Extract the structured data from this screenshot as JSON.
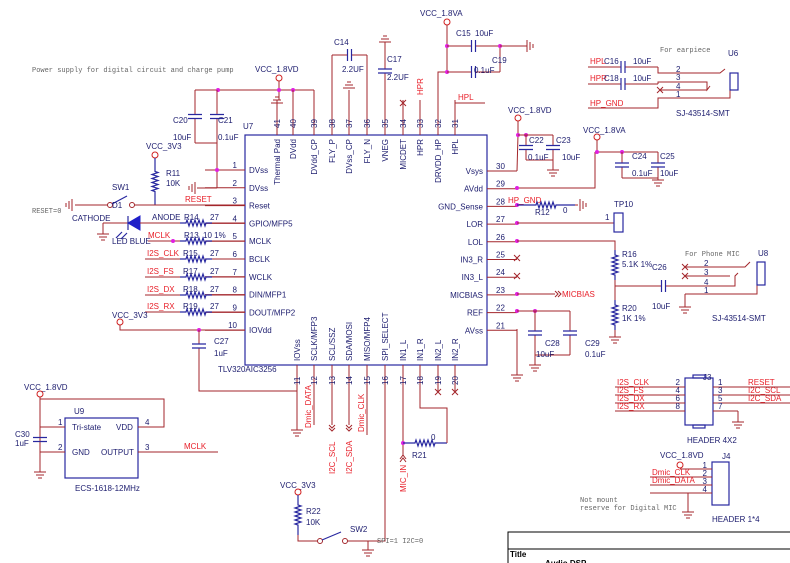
{
  "notes": {
    "power_supply": "Power supply for digital circuit and charge pump",
    "reset": "RESET=0",
    "earpiece": "For earpiece",
    "phone_mic": "For Phone MIC",
    "spi_i2c": "SPI=1 I2C=0",
    "not_mount": "Not mount",
    "reserve": "reserve for Digital MIC"
  },
  "power": {
    "vcc_1v8vd": "VCC_1.8VD",
    "vcc_3v3": "VCC_3V3",
    "vcc_1v8va": "VCC_1.8VA"
  },
  "nets": {
    "reset": "RESET",
    "mclk": "MCLK",
    "i2s_clk": "I2S_CLK",
    "i2s_fs": "I2S_FS",
    "i2s_dx": "I2S_DX",
    "i2s_rx": "I2S_RX",
    "hpr": "HPR",
    "hpl": "HPL",
    "hp_gnd": "HP_GND",
    "micbias": "MICBIAS",
    "dmic_data": "Dmic_DATA",
    "dmic_clk": "Dmic_CLK",
    "i2c_scl": "I2C_SCL",
    "i2c_sda": "I2C_SDA",
    "mic_in": "MIC_IN"
  },
  "u7": {
    "ref": "U7",
    "part": "TLV320AIC3256",
    "left": [
      [
        "1",
        "DVss"
      ],
      [
        "2",
        "DVss"
      ],
      [
        "3",
        "Reset"
      ],
      [
        "4",
        "GPIO/MFP5"
      ],
      [
        "5",
        "MCLK"
      ],
      [
        "6",
        "BCLK"
      ],
      [
        "7",
        "WCLK"
      ],
      [
        "8",
        "DIN/MFP1"
      ],
      [
        "9",
        "DOUT/MFP2"
      ],
      [
        "10",
        "IOVdd"
      ]
    ],
    "top": [
      [
        "41",
        "Thermal Pad"
      ],
      [
        "40",
        "DVdd"
      ],
      [
        "39",
        "DVdd_CP"
      ],
      [
        "38",
        "FLY_P"
      ],
      [
        "37",
        "DVss_CP"
      ],
      [
        "36",
        "FLY_N"
      ],
      [
        "35",
        "VNEG"
      ],
      [
        "34",
        "MICDET"
      ],
      [
        "33",
        "HPR"
      ],
      [
        "32",
        "DRVDD_HP"
      ],
      [
        "31",
        "HPL"
      ]
    ],
    "right": [
      [
        "30",
        "Vsys"
      ],
      [
        "29",
        "AVdd"
      ],
      [
        "28",
        "GND_Sense"
      ],
      [
        "27",
        "LOR"
      ],
      [
        "26",
        "LOL"
      ],
      [
        "25",
        "IN3_R"
      ],
      [
        "24",
        "IN3_L"
      ],
      [
        "23",
        "MICBIAS"
      ],
      [
        "22",
        "REF"
      ],
      [
        "21",
        "AVss"
      ]
    ],
    "bottom": [
      [
        "11",
        "IOVss"
      ],
      [
        "12",
        "SCLK/MFP3"
      ],
      [
        "13",
        "SCL/SSZ"
      ],
      [
        "14",
        "SDA/MOSI"
      ],
      [
        "15",
        "MISO/MFP4"
      ],
      [
        "16",
        "SPI_SELECT"
      ],
      [
        "17",
        "IN1_L"
      ],
      [
        "18",
        "IN1_R"
      ],
      [
        "19",
        "IN2_L"
      ],
      [
        "20",
        "IN2_R"
      ]
    ]
  },
  "components": {
    "c20": {
      "ref": "C20",
      "value": "10uF"
    },
    "c21": {
      "ref": "C21",
      "value": "0.1uF"
    },
    "r11": {
      "ref": "R11",
      "value": "10K"
    },
    "sw1": {
      "ref": "SW1"
    },
    "d1": {
      "ref": "D1",
      "value": "LED BLUE",
      "cathode": "CATHODE",
      "anode": "ANODE"
    },
    "r14": {
      "ref": "R14",
      "value": "27"
    },
    "r13": {
      "ref": "R13",
      "value": "10 1%"
    },
    "r15": {
      "ref": "R15",
      "value": "27"
    },
    "r17": {
      "ref": "R17",
      "value": "27"
    },
    "r18": {
      "ref": "R18",
      "value": "27"
    },
    "r19": {
      "ref": "R19",
      "value": "27"
    },
    "c27": {
      "ref": "C27",
      "value": "1uF"
    },
    "u9": {
      "ref": "U9",
      "part": "ECS-1618-12MHz",
      "pins": [
        [
          "1",
          "Tri-state"
        ],
        [
          "4",
          "VDD"
        ],
        [
          "2",
          "GND"
        ],
        [
          "3",
          "OUTPUT"
        ]
      ]
    },
    "c30": {
      "ref": "C30",
      "value": "1uF"
    },
    "r22": {
      "ref": "R22",
      "value": "10K"
    },
    "sw2": {
      "ref": "SW2"
    },
    "r21": {
      "ref": "R21",
      "value": "0"
    },
    "c14": {
      "ref": "C14",
      "value": "2.2UF"
    },
    "c17": {
      "ref": "C17",
      "value": "2.2UF"
    },
    "c15": {
      "ref": "C15",
      "value": "10uF"
    },
    "c19": {
      "ref": "C19",
      "value": "0.1uF"
    },
    "c22": {
      "ref": "C22",
      "value": "0.1uF"
    },
    "c23": {
      "ref": "C23",
      "value": "10uF"
    },
    "c24": {
      "ref": "C24",
      "value": "0.1uF"
    },
    "c25": {
      "ref": "C25",
      "value": "10uF"
    },
    "r12": {
      "ref": "R12",
      "value": "0"
    },
    "tp10": {
      "ref": "TP10",
      "pin": "1"
    },
    "r16": {
      "ref": "R16",
      "value": "5.1K 1%"
    },
    "r20": {
      "ref": "R20",
      "value": "1K 1%"
    },
    "c26": {
      "ref": "C26",
      "value": "10uF"
    },
    "c28": {
      "ref": "C28",
      "value": "10uF"
    },
    "c29": {
      "ref": "C29",
      "value": "0.1uF"
    },
    "c16": {
      "ref": "C16",
      "value": "10uF"
    },
    "c18": {
      "ref": "C18",
      "value": "10uF"
    },
    "u6": {
      "ref": "U6",
      "part": "SJ-43514-SMT",
      "pins": [
        "2",
        "3",
        "4",
        "1"
      ]
    },
    "u8": {
      "ref": "U8",
      "part": "SJ-43514-SMT",
      "pins": [
        "2",
        "3",
        "4",
        "1"
      ]
    },
    "j3": {
      "ref": "J3",
      "part": "HEADER 4X2",
      "left_pins": [
        "2",
        "4",
        "6",
        "8"
      ],
      "right_pins": [
        "1",
        "3",
        "5",
        "7"
      ]
    },
    "j4": {
      "ref": "J4",
      "part": "HEADER 1*4",
      "pins": [
        "1",
        "2",
        "3",
        "4"
      ]
    }
  },
  "title_block": {
    "label": "Title",
    "value": "Audio DSP"
  },
  "colors": {
    "wire": "#a3262b",
    "component": "#2828a0",
    "net_label": "#e8202a",
    "junction": "#e020e0",
    "text": "#1c1c6e"
  }
}
